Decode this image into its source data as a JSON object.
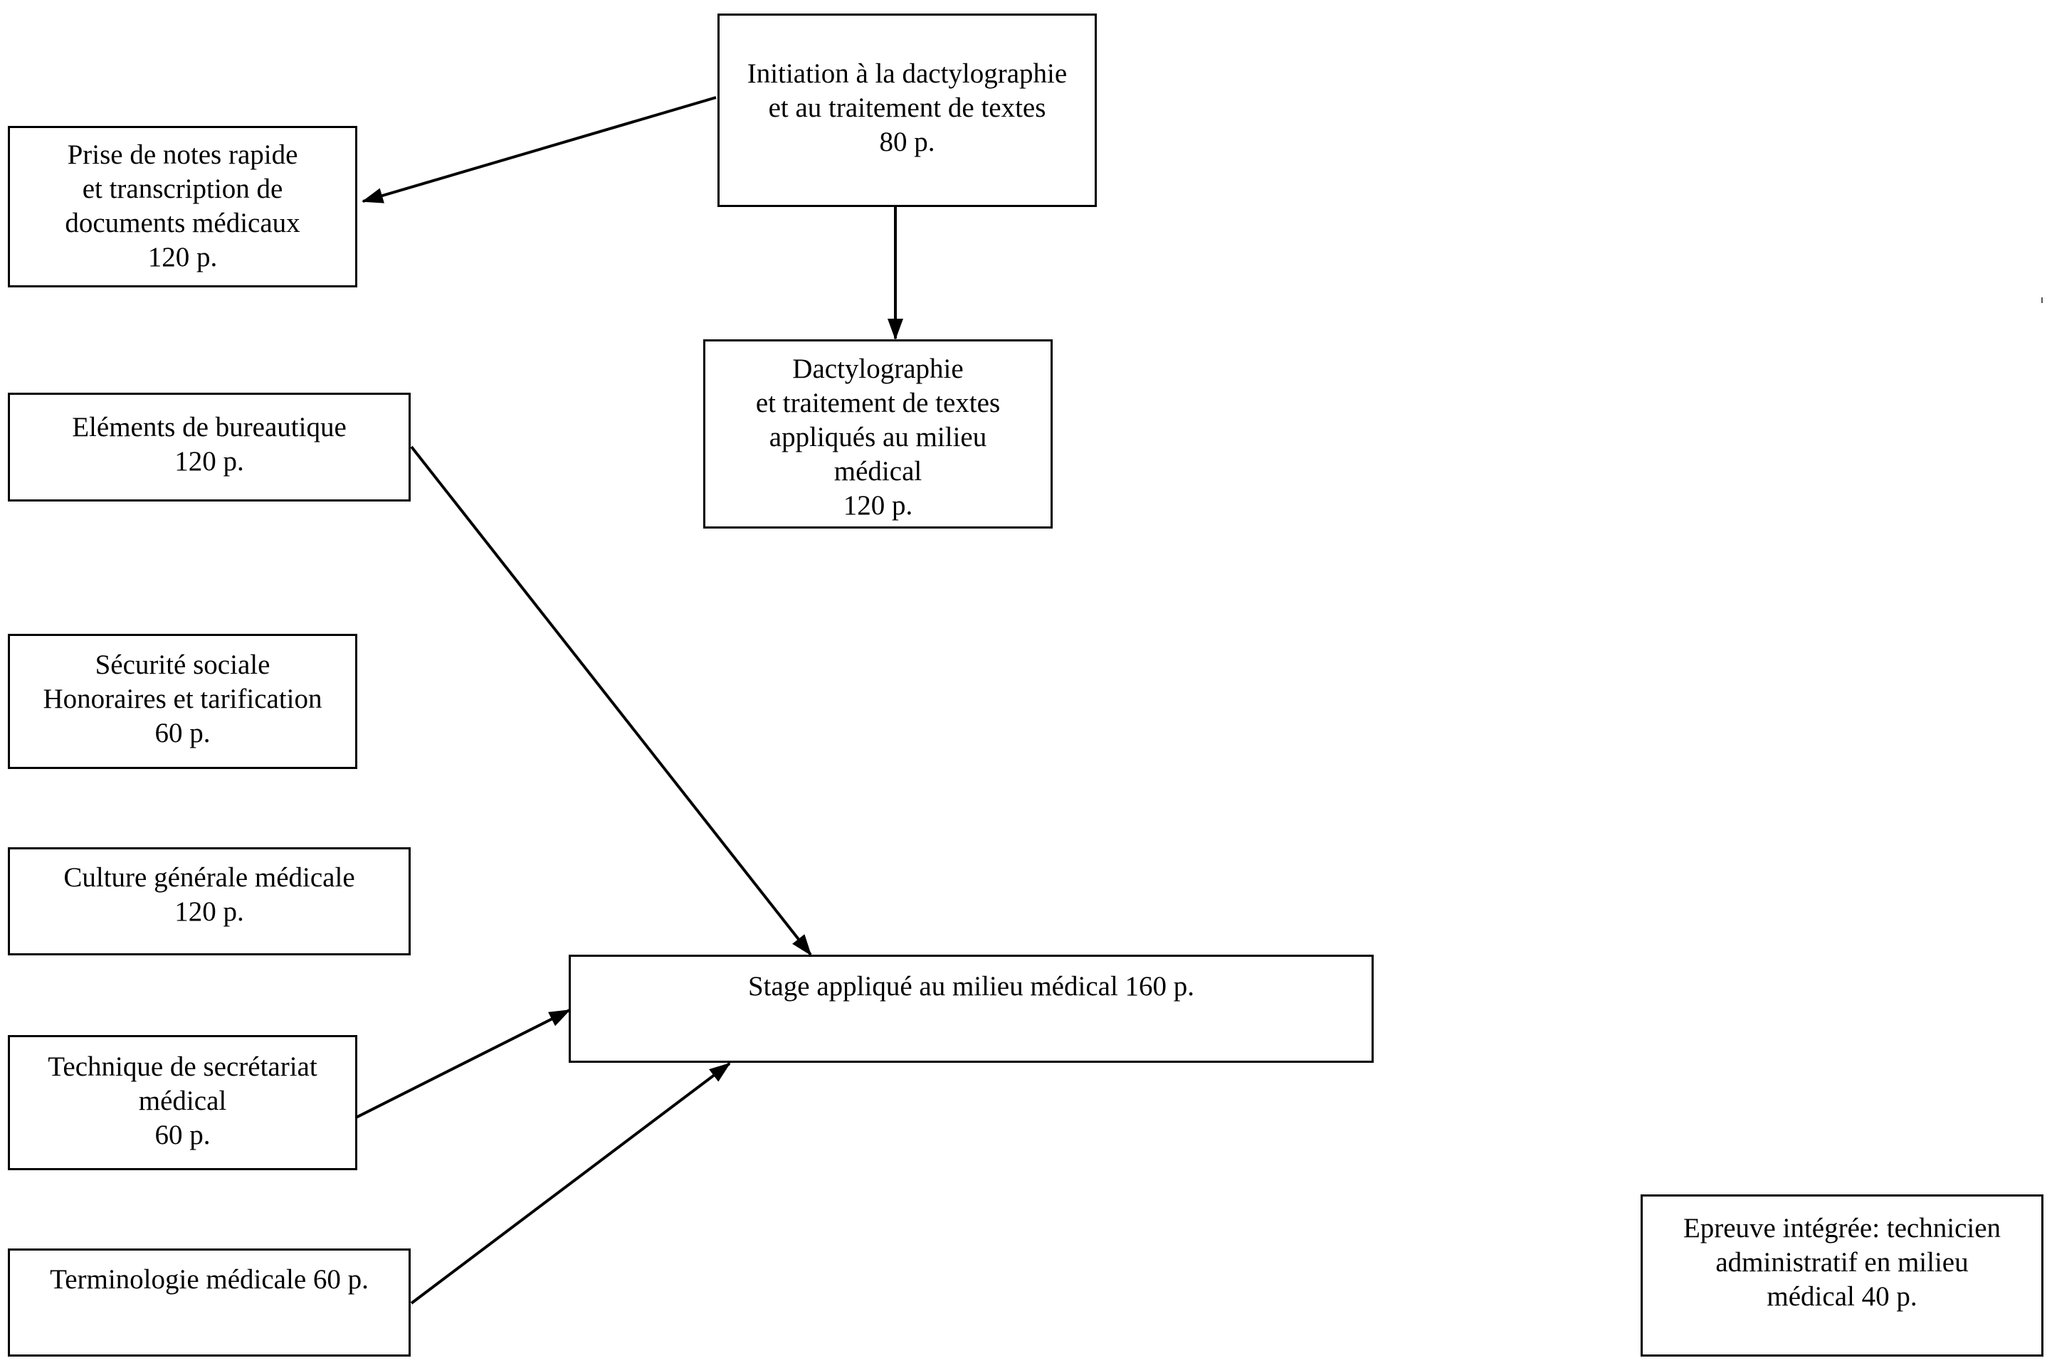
{
  "nodes": {
    "initiation": {
      "lines": [
        "Initiation à la dactylographie",
        "et au traitement de textes",
        "80 p."
      ]
    },
    "prise_de_notes": {
      "lines": [
        "Prise de notes rapide",
        "et transcription de",
        "documents médicaux",
        "120 p."
      ]
    },
    "dactylographie": {
      "lines": [
        "Dactylographie",
        "et traitement de textes",
        "appliqués au milieu",
        "médical",
        "120 p."
      ]
    },
    "bureautique": {
      "lines": [
        "Eléments de bureautique",
        "120 p."
      ]
    },
    "securite_sociale": {
      "lines": [
        "Sécurité sociale",
        "Honoraires et tarification",
        "60 p."
      ]
    },
    "culture_generale": {
      "lines": [
        "Culture générale médicale",
        "120 p."
      ]
    },
    "technique_secretariat": {
      "lines": [
        "Technique de secrétariat",
        "médical",
        "60 p."
      ]
    },
    "terminologie": {
      "lines": [
        "Terminologie médicale 60 p."
      ]
    },
    "stage": {
      "lines": [
        "Stage appliqué au milieu médical 160 p."
      ]
    },
    "epreuve": {
      "lines": [
        "Epreuve intégrée: technicien",
        "administratif en milieu",
        "médical 40 p."
      ]
    }
  },
  "edges": [
    {
      "from": "initiation",
      "to": "prise_de_notes"
    },
    {
      "from": "initiation",
      "to": "dactylographie"
    },
    {
      "from": "bureautique",
      "to": "stage"
    },
    {
      "from": "technique_secretariat",
      "to": "stage"
    },
    {
      "from": "terminologie",
      "to": "stage"
    }
  ],
  "colors": {
    "stroke": "#000000",
    "background": "#ffffff"
  }
}
